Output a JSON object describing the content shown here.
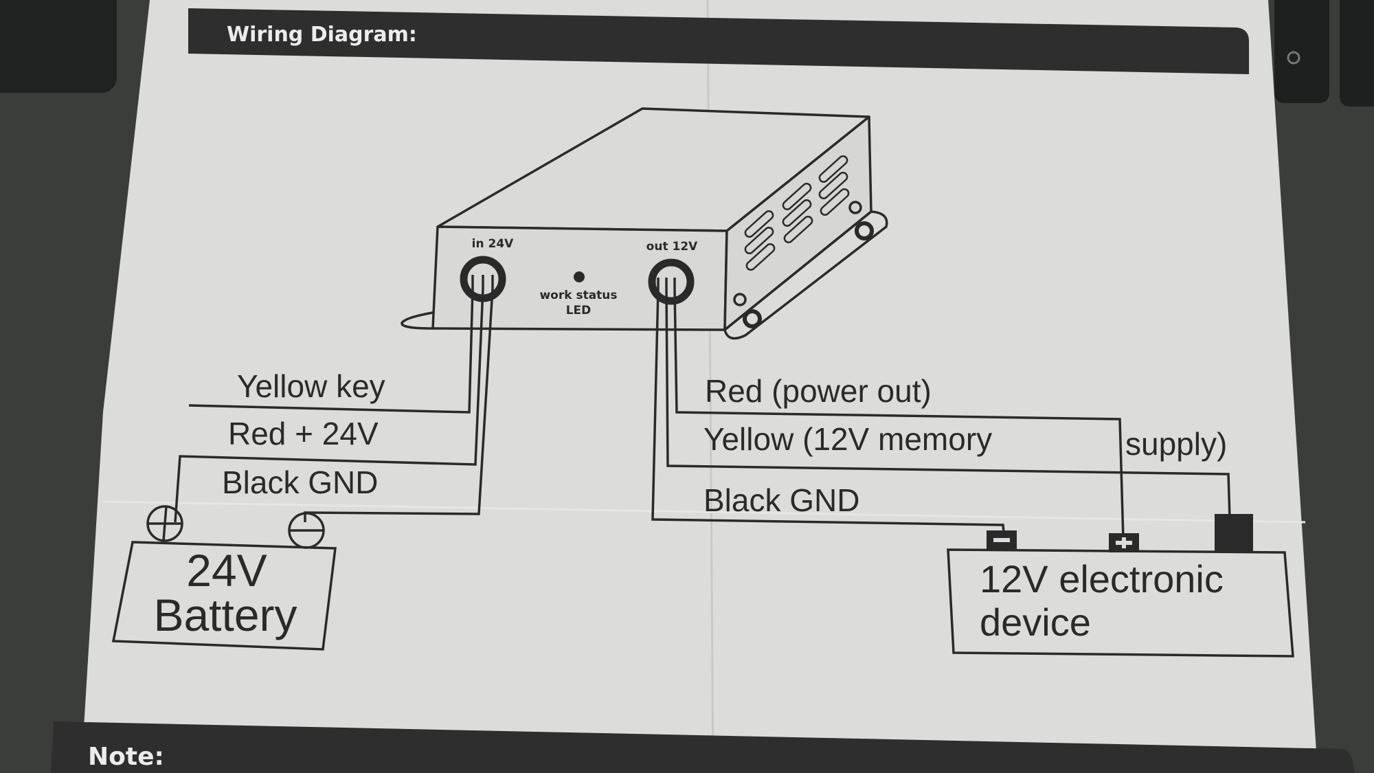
{
  "header": {
    "title": "Wiring Diagram:"
  },
  "footer": {
    "title": "Note:"
  },
  "converter": {
    "input_label": "in 24V",
    "output_label": "out 12V",
    "led_label_line1": "work status",
    "led_label_line2": "LED"
  },
  "input_wires": [
    {
      "label": "Yellow key"
    },
    {
      "label": "Red + 24V"
    },
    {
      "label": "Black GND"
    }
  ],
  "output_wires": [
    {
      "label": "Red (power out)"
    },
    {
      "label": "Yellow (12V   memory"
    },
    {
      "label": "supply)"
    },
    {
      "label": "Black GND"
    }
  ],
  "battery": {
    "line1": "24V",
    "line2": "Battery",
    "pos_symbol": "+",
    "neg_symbol": "−"
  },
  "device": {
    "line1": "12V electronic",
    "line2": "device"
  },
  "colors": {
    "paper": "#dcdcdb",
    "ink": "#2a2a2a",
    "banner": "#2e2e2e",
    "background": "#2f322e"
  }
}
